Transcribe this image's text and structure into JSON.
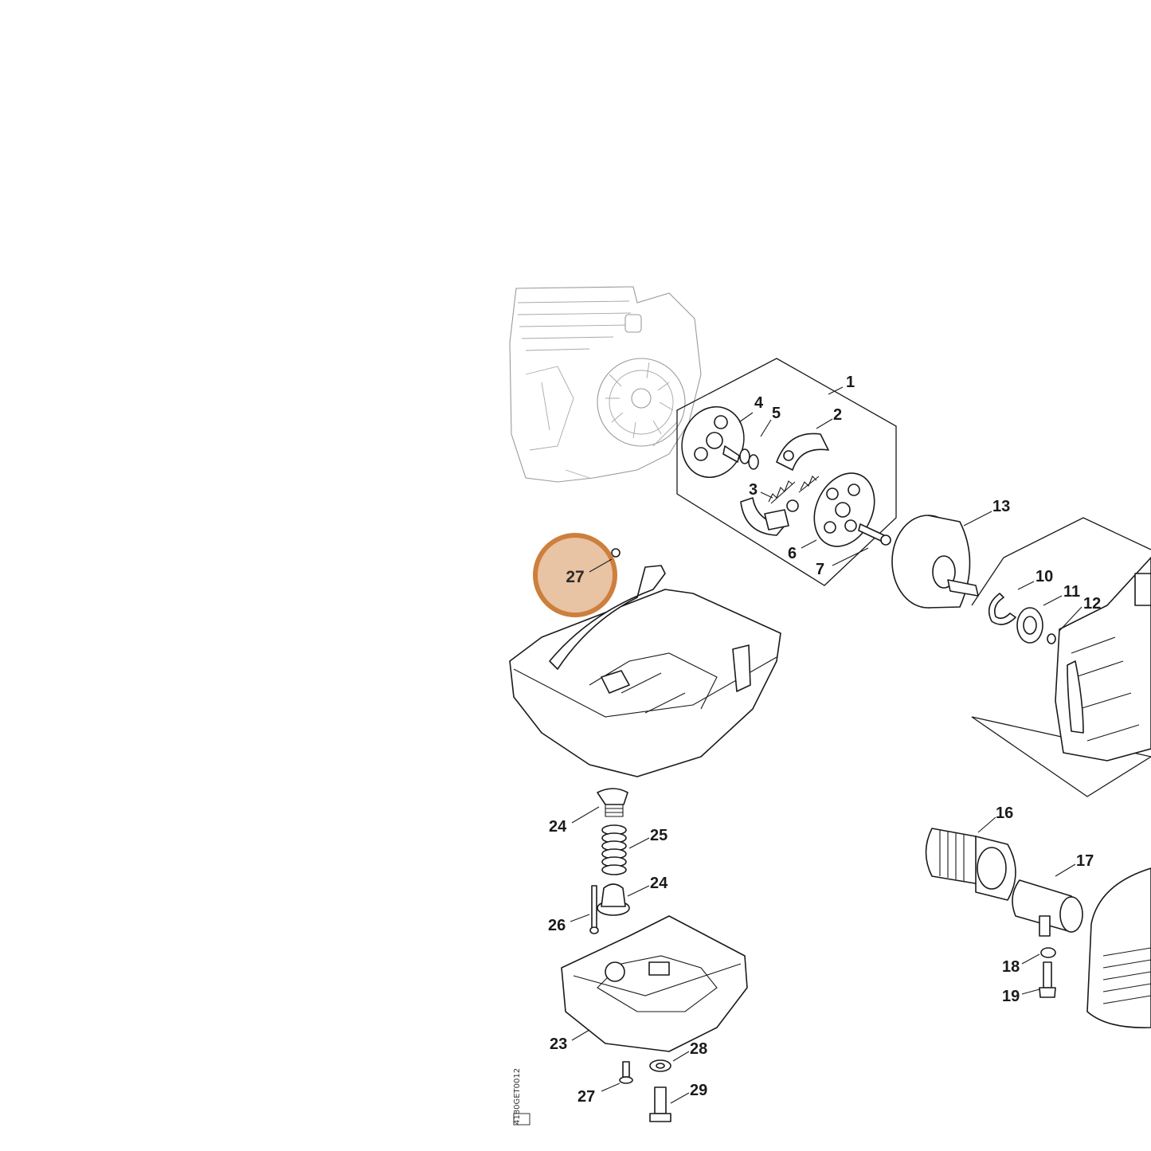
{
  "highlight": {
    "label": "27",
    "fill": "#e8c3a4",
    "stroke": "#cd7f3c"
  },
  "callouts": [
    {
      "id": "1",
      "label": "1"
    },
    {
      "id": "2",
      "label": "2"
    },
    {
      "id": "3",
      "label": "3"
    },
    {
      "id": "4",
      "label": "4"
    },
    {
      "id": "5",
      "label": "5"
    },
    {
      "id": "6",
      "label": "6"
    },
    {
      "id": "7",
      "label": "7"
    },
    {
      "id": "10",
      "label": "10"
    },
    {
      "id": "11",
      "label": "11"
    },
    {
      "id": "12",
      "label": "12"
    },
    {
      "id": "13",
      "label": "13"
    },
    {
      "id": "16",
      "label": "16"
    },
    {
      "id": "17",
      "label": "17"
    },
    {
      "id": "18",
      "label": "18"
    },
    {
      "id": "19",
      "label": "19"
    },
    {
      "id": "23",
      "label": "23"
    },
    {
      "id": "24a",
      "label": "24"
    },
    {
      "id": "24b",
      "label": "24"
    },
    {
      "id": "25",
      "label": "25"
    },
    {
      "id": "26",
      "label": "26"
    },
    {
      "id": "27",
      "label": "27"
    },
    {
      "id": "28",
      "label": "28"
    },
    {
      "id": "29",
      "label": "29"
    }
  ],
  "drawing_code": "4180GET0012"
}
